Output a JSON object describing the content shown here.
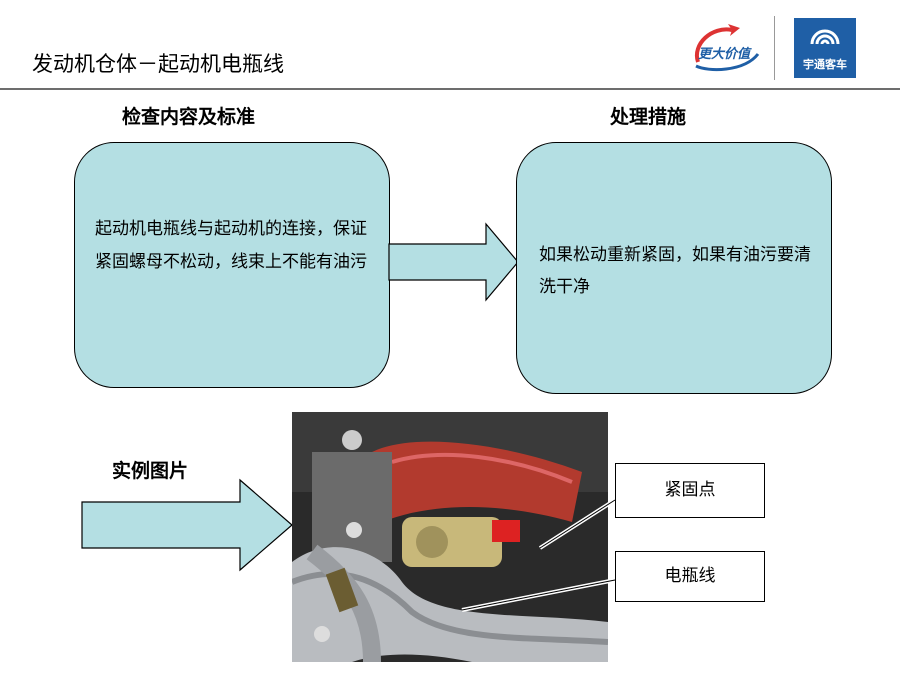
{
  "header": {
    "title": "发动机仓体－起动机电瓶线",
    "logo_slogan": "更大价值",
    "brand": "宇通客车"
  },
  "columns": {
    "left_heading": "检查内容及标准",
    "right_heading": "处理措施"
  },
  "boxes": {
    "inspection": "起动机电瓶线与起动机的连接，保证紧固螺母不松动，线束上不能有油污",
    "action": "如果松动重新紧固，如果有油污要清洗干净"
  },
  "example": {
    "label": "实例图片",
    "callouts": [
      "紧固点",
      "电瓶线"
    ]
  },
  "colors": {
    "box_fill": "#b4dfe3",
    "arrow_fill": "#b4dfe3",
    "brand_blue": "#1f5fa6",
    "rule": "#6d6d6d"
  },
  "icons": [
    "swoosh-logo-icon",
    "brand-logo-icon"
  ]
}
